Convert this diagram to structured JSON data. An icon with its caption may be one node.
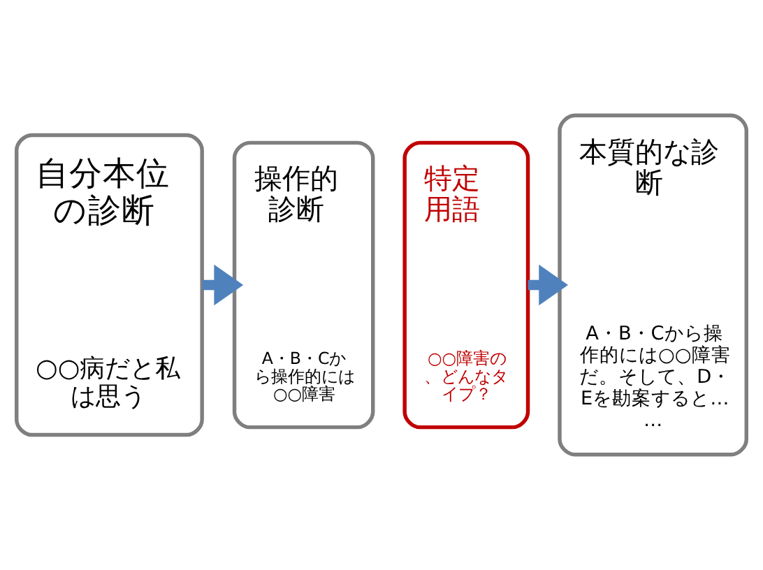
{
  "diagram": {
    "nodes": [
      {
        "text": [
          "自分本位の診断",
          "○○病だと私は思う"
        ]
      },
      {
        "text": [
          "操作的診断",
          "A・B・Cから操作的には○○障害"
        ]
      },
      {
        "text": [
          "特定用語",
          "○○障害の、どんなタイプ？"
        ]
      },
      {
        "text": [
          "本質的な診断",
          "A・B・Cから操作的には○○障害だ。そして、D・Eを勘案すると……"
        ]
      }
    ],
    "edges": [
      {
        "from": 0,
        "to": 1,
        "arrow": "to"
      },
      {
        "from": 2,
        "to": 3,
        "arrow": "to"
      }
    ]
  }
}
